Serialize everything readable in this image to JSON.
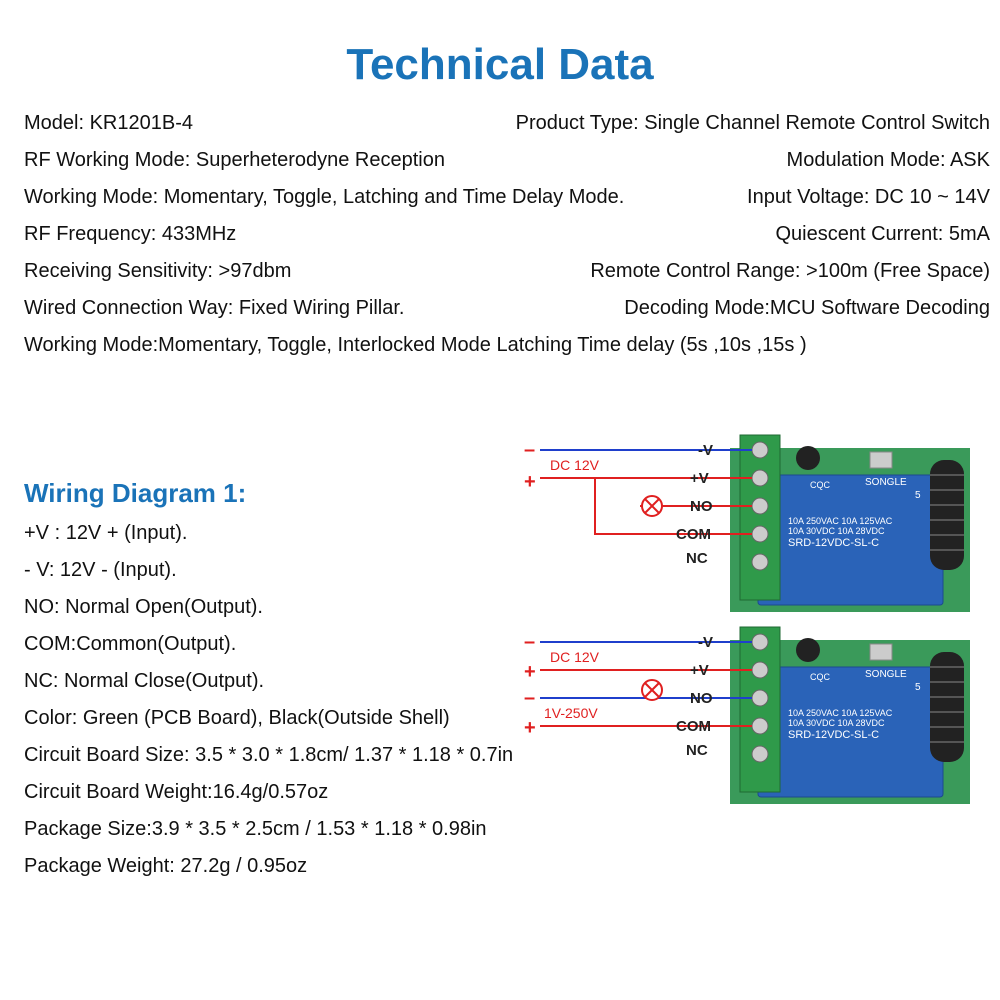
{
  "title": "Technical Data",
  "specs": [
    {
      "left": "Model: KR1201B-4",
      "right": "Product Type: Single Channel Remote Control Switch"
    },
    {
      "left": "RF Working Mode: Superheterodyne Reception",
      "right": "Modulation Mode: ASK"
    },
    {
      "left": "Working Mode: Momentary, Toggle, Latching and Time Delay Mode.",
      "right": "Input Voltage: DC 10 ~ 14V"
    },
    {
      "left": "RF Frequency: 433MHz",
      "right": "Quiescent Current: 5mA"
    },
    {
      "left": "Receiving Sensitivity: >97dbm",
      "right": "Remote Control Range: >100m (Free Space)"
    },
    {
      "left": "Wired Connection Way: Fixed Wiring Pillar.",
      "right": "Decoding Mode:MCU Software Decoding"
    },
    {
      "left": "Working Mode:Momentary, Toggle, Interlocked Mode Latching Time delay (5s ,10s ,15s )",
      "right": ""
    }
  ],
  "wiring": {
    "title": "Wiring Diagram 1:",
    "items": [
      "+V : 12V + (Input).",
      "- V:  12V - (Input).",
      "NO: Normal Open(Output).",
      "COM:Common(Output).",
      "NC: Normal Close(Output).",
      "Color: Green (PCB Board), Black(Outside Shell)",
      "Circuit Board Size: 3.5 * 3.0 * 1.8cm/ 1.37 * 1.18 * 0.7in",
      "Circuit Board Weight:16.4g/0.57oz",
      "Package Size:3.9 * 3.5 * 2.5cm / 1.53 * 1.18 * 0.98in",
      "Package Weight: 27.2g / 0.95oz"
    ]
  },
  "diagram1": {
    "minus": "–",
    "plus": "+",
    "supply": "DC 12V",
    "terminals": [
      "-V",
      "+V",
      "NO",
      "COM",
      "NC"
    ],
    "relay": {
      "brand": "SONGLE",
      "rating1": "10A 250VAC  10A 125VAC",
      "rating2": "10A 30VDC   10A 28VDC",
      "model": "SRD-12VDC-SL-C",
      "logo": "CQC",
      "mark": "5"
    }
  },
  "diagram2": {
    "minus": "–",
    "plus": "+",
    "supply": "DC 12V",
    "minus2": "–",
    "plus2": "+",
    "load_supply": "1V-250V",
    "terminals": [
      "-V",
      "+V",
      "NO",
      "COM",
      "NC"
    ],
    "relay": {
      "brand": "SONGLE",
      "rating1": "10A 250VAC  10A 125VAC",
      "rating2": "10A 30VDC   10A 28VDC",
      "model": "SRD-12VDC-SL-C",
      "logo": "CQC",
      "mark": "5"
    }
  },
  "colors": {
    "title": "#1a73b8",
    "wire_negative": "#1f3fcc",
    "wire_positive": "#e02020",
    "pcb": "#3a9a5a",
    "terminal": "#2f9a4a",
    "relay": "#2a63b8"
  }
}
